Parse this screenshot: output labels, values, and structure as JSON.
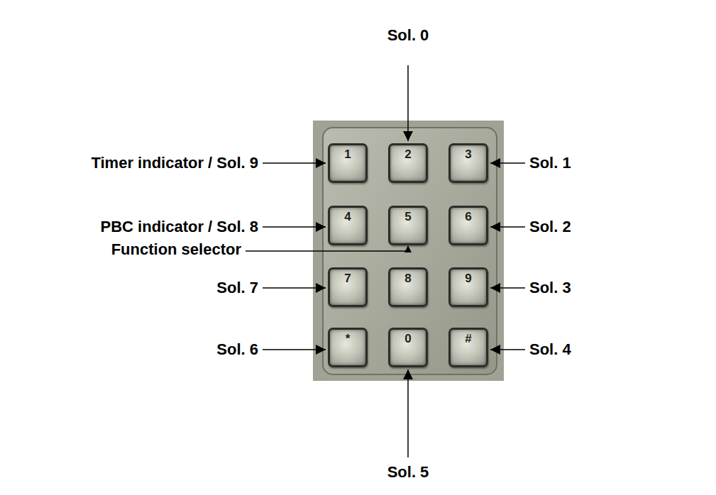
{
  "diagram": {
    "nodes": [
      {
        "text": [
          "1"
        ]
      },
      {
        "text": [
          "2"
        ]
      },
      {
        "text": [
          "3"
        ]
      },
      {
        "text": [
          "4"
        ]
      },
      {
        "text": [
          "5"
        ]
      },
      {
        "text": [
          "6"
        ]
      },
      {
        "text": [
          "7"
        ]
      },
      {
        "text": [
          "8"
        ]
      },
      {
        "text": [
          "9"
        ]
      },
      {
        "text": [
          "*"
        ]
      },
      {
        "text": [
          "0"
        ]
      },
      {
        "text": [
          "#"
        ]
      }
    ],
    "labels": [
      "Sol. 0",
      "Timer indicator / Sol. 9",
      "Sol. 1",
      "PBC indicator / Sol. 8",
      "Sol. 2",
      "Function selector",
      "Sol. 7",
      "Sol. 3",
      "Sol. 6",
      "Sol. 4",
      "Sol. 5"
    ]
  }
}
